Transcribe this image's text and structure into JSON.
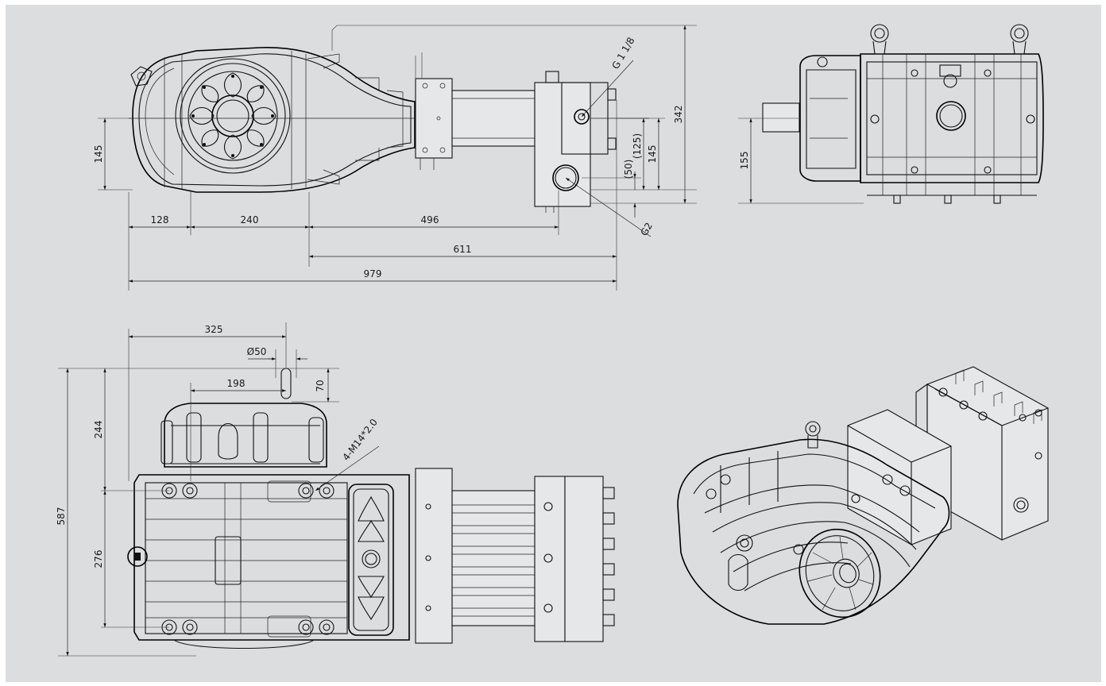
{
  "dimensions": {
    "d342": "342",
    "d145_left": "145",
    "d128": "128",
    "d240": "240",
    "d496": "496",
    "d611": "611",
    "d979": "979",
    "d50p": "(50)",
    "d125p": "(125)",
    "d145_right": "145",
    "g118": "G 1 1/8",
    "g2": "G2",
    "d155": "155",
    "d325": "325",
    "dia50": "Ø50",
    "d198": "198",
    "d70": "70",
    "d587": "587",
    "d244": "244",
    "d276": "276",
    "m14": "4-M14*2.0"
  }
}
